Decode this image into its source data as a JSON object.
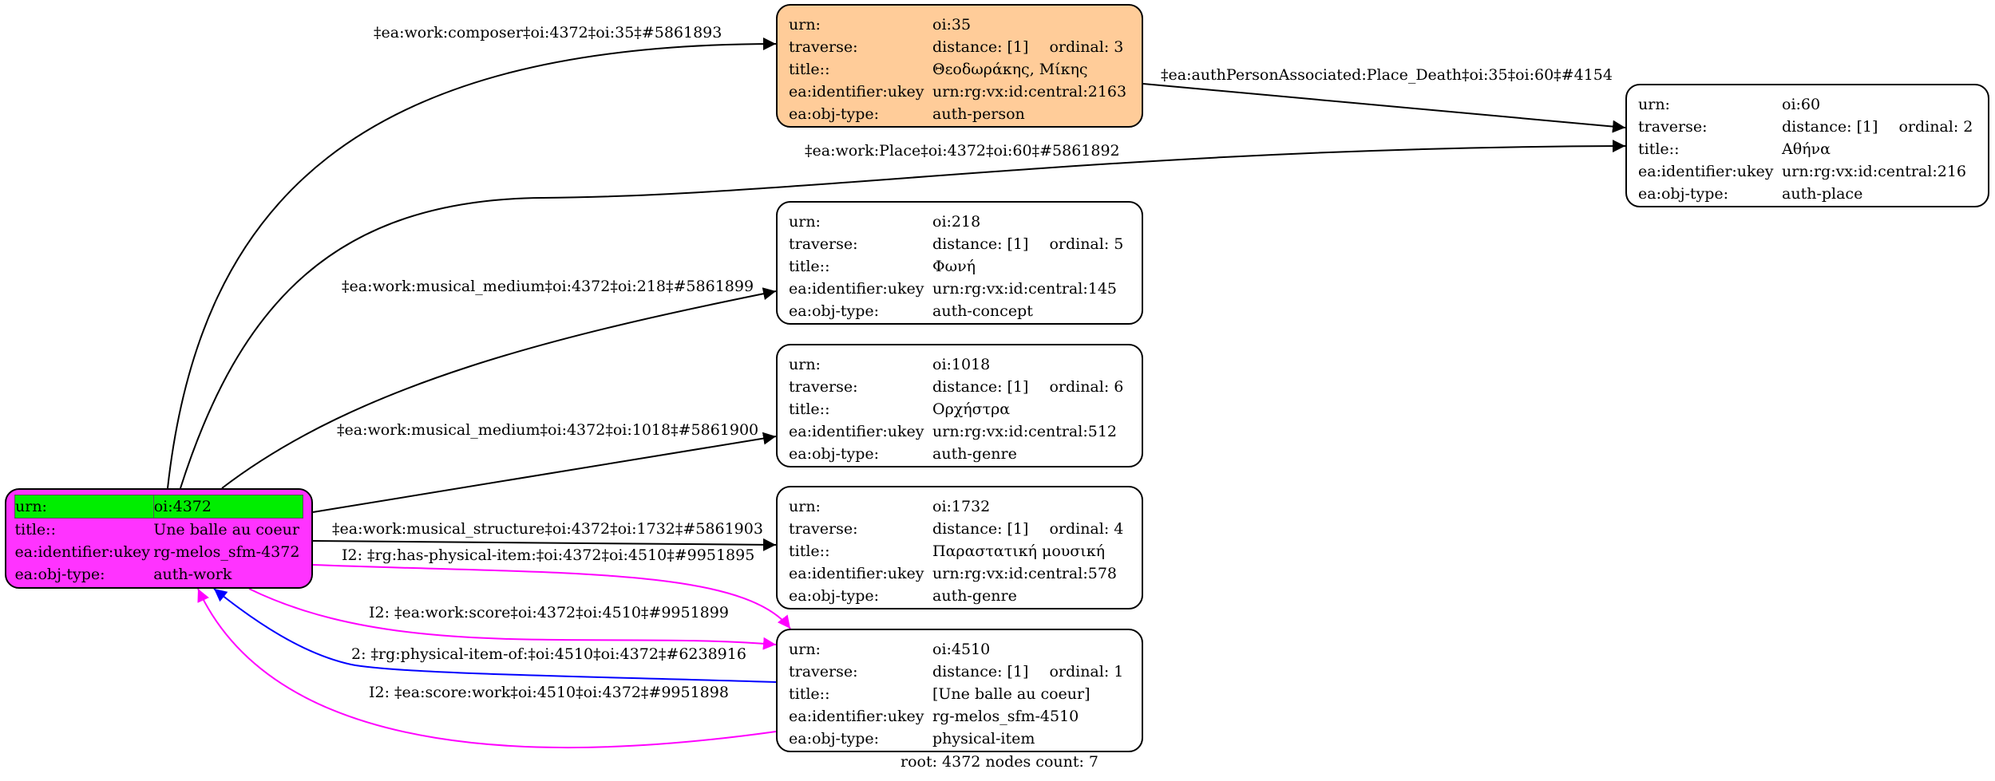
{
  "nodes": {
    "root": {
      "urn": "oi:4372",
      "title": "Une balle au coeur",
      "ukey": "rg-melos_sfm-4372",
      "objtype": "auth-work",
      "color": "#ff33ff",
      "urn_highlight": "#00ee00"
    },
    "oi35": {
      "urn": "oi:35",
      "distance": "distance: [1]",
      "ordinal": "ordinal: 3",
      "title": "Θεοδωράκης, Μίκης",
      "ukey": "urn:rg:vx:id:central:2163",
      "objtype": "auth-person",
      "color": "#ffcc99"
    },
    "oi60": {
      "urn": "oi:60",
      "distance": "distance: [1]",
      "ordinal": "ordinal: 2",
      "title": "Αθήνα",
      "ukey": "urn:rg:vx:id:central:216",
      "objtype": "auth-place"
    },
    "oi218": {
      "urn": "oi:218",
      "distance": "distance: [1]",
      "ordinal": "ordinal: 5",
      "title": "Φωνή",
      "ukey": "urn:rg:vx:id:central:145",
      "objtype": "auth-concept"
    },
    "oi1018": {
      "urn": "oi:1018",
      "distance": "distance: [1]",
      "ordinal": "ordinal: 6",
      "title": "Ορχήστρα",
      "ukey": "urn:rg:vx:id:central:512",
      "objtype": "auth-genre"
    },
    "oi1732": {
      "urn": "oi:1732",
      "distance": "distance: [1]",
      "ordinal": "ordinal: 4",
      "title": "Παραστατική μουσική",
      "ukey": "urn:rg:vx:id:central:578",
      "objtype": "auth-genre"
    },
    "oi4510": {
      "urn": "oi:4510",
      "distance": "distance: [1]",
      "ordinal": "ordinal: 1",
      "title": "[Une balle au coeur]",
      "ukey": "rg-melos_sfm-4510",
      "objtype": "physical-item"
    }
  },
  "keys": {
    "urn": "urn:",
    "traverse": "traverse:",
    "title": "title::",
    "ukey": "ea:identifier:ukey",
    "objtype": "ea:obj-type:"
  },
  "edges": {
    "composer": "‡ea:work:composer‡oi:4372‡oi:35‡#5861893",
    "place_death": "‡ea:authPersonAssociated:Place_Death‡oi:35‡oi:60‡#4154",
    "place": "‡ea:work:Place‡oi:4372‡oi:60‡#5861892",
    "medium_218": "‡ea:work:musical_medium‡oi:4372‡oi:218‡#5861899",
    "medium_1018": "‡ea:work:musical_medium‡oi:4372‡oi:1018‡#5861900",
    "structure": "‡ea:work:musical_structure‡oi:4372‡oi:1732‡#5861903",
    "physical_item": "I2: ‡rg:has-physical-item:‡oi:4372‡oi:4510‡#9951895",
    "score": "I2: ‡ea:work:score‡oi:4372‡oi:4510‡#9951899",
    "item_of": "2: ‡rg:physical-item-of:‡oi:4510‡oi:4372‡#6238916",
    "score_work": "I2: ‡ea:score:work‡oi:4510‡oi:4372‡#9951898"
  },
  "edge_colors": {
    "default": "#000000",
    "inferred": "#ff00ff",
    "reverse": "#0000ff"
  },
  "footer": "root: 4372 nodes count: 7"
}
